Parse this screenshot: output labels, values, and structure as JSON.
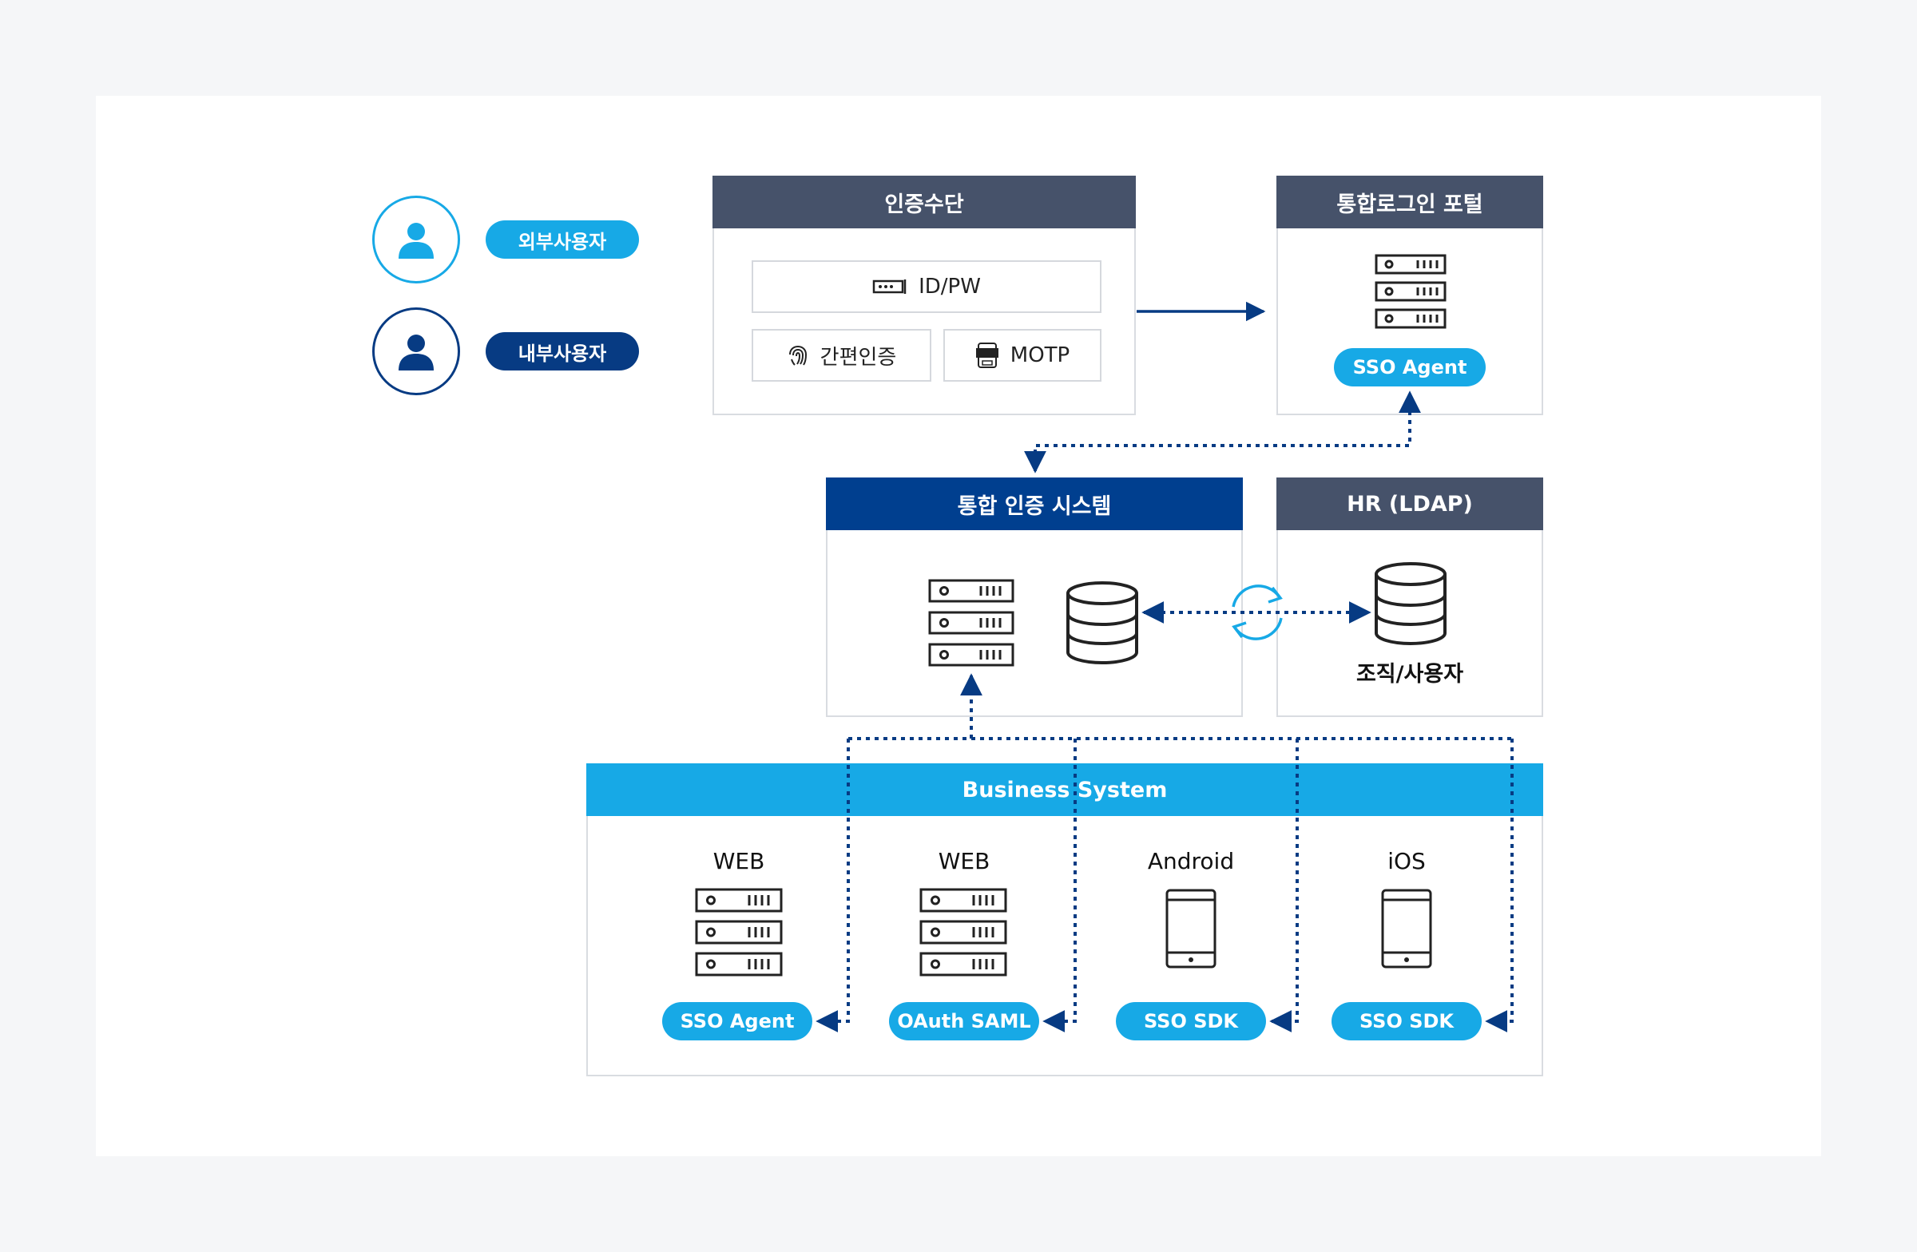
{
  "users": {
    "external": "외부사용자",
    "internal": "내부사용자"
  },
  "auth_means": {
    "title": "인증수단",
    "idpw": "ID/PW",
    "simple": "간편인증",
    "motp": "MOTP"
  },
  "portal": {
    "title": "통합로그인 포털",
    "agent": "SSO Agent"
  },
  "integrated_auth": {
    "title": "통합 인증 시스템"
  },
  "hr": {
    "title": "HR (LDAP)",
    "caption": "조직/사용자"
  },
  "business": {
    "title": "Business System",
    "systems": [
      {
        "name": "WEB",
        "badge": "SSO Agent",
        "icon": "server-icon"
      },
      {
        "name": "WEB",
        "badge": "OAuth SAML",
        "icon": "server-icon"
      },
      {
        "name": "Android",
        "badge": "SSO SDK",
        "icon": "phone-icon"
      },
      {
        "name": "iOS",
        "badge": "SSO SDK",
        "icon": "phone-icon"
      }
    ]
  },
  "colors": {
    "navy": "#003f8f",
    "slate": "#46526a",
    "sky": "#17a9e6",
    "border": "#d9dce1"
  }
}
